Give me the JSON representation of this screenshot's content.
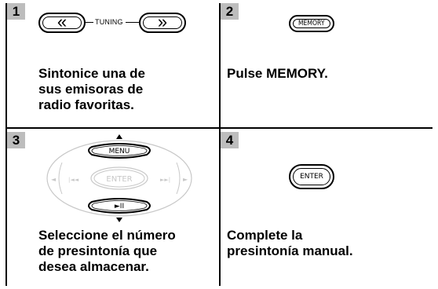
{
  "steps": [
    {
      "number": "1",
      "caption_lines": [
        "Sintonice una de",
        "sus emisoras de",
        "radio favoritas."
      ],
      "graphic": {
        "left_button": "«",
        "label": "TUNING",
        "right_button": "»"
      }
    },
    {
      "number": "2",
      "caption_lines": [
        "Pulse MEMORY."
      ],
      "graphic": {
        "button": "MEMORY"
      }
    },
    {
      "number": "3",
      "caption_lines": [
        "Seleccione el número",
        "de presintonía que",
        "desea almacenar."
      ],
      "graphic": {
        "top": "MENU",
        "center": "ENTER",
        "bottom": "►II",
        "left": "◄",
        "right": "►",
        "skip_left": "|◄◄",
        "skip_right": "►►|"
      }
    },
    {
      "number": "4",
      "caption_lines": [
        "Complete la",
        "presintonía manual."
      ],
      "graphic": {
        "button": "ENTER"
      }
    }
  ],
  "colors": {
    "number_bg": "#bdbdbd",
    "border": "#000000",
    "dim": "#c8c8c8"
  }
}
